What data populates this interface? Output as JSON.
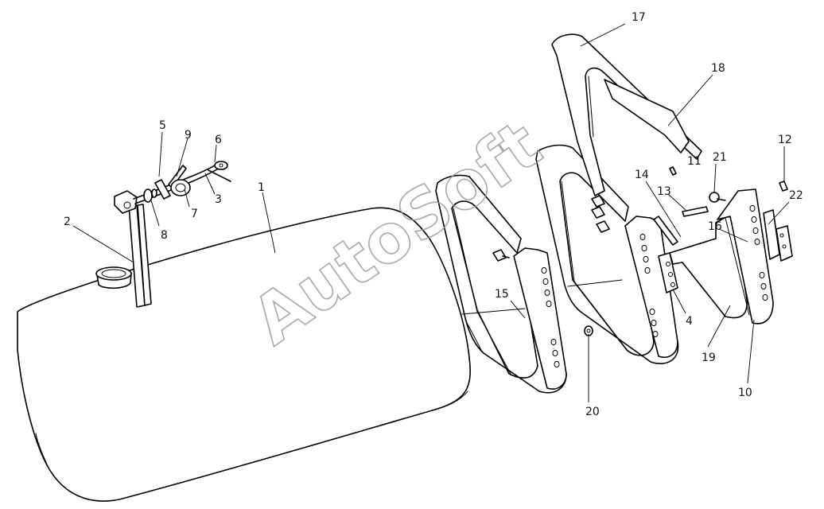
{
  "diagram": {
    "watermark": "AutoSoft",
    "callouts": {
      "c1": "1",
      "c2": "2",
      "c3": "3",
      "c4": "4",
      "c5": "5",
      "c6": "6",
      "c7": "7",
      "c8": "8",
      "c9": "9",
      "c10": "10",
      "c11": "11",
      "c12": "12",
      "c13": "13",
      "c14": "14",
      "c15": "15",
      "c16": "16",
      "c17": "17",
      "c18": "18",
      "c19": "19",
      "c20": "20",
      "c21": "21",
      "c22": "22"
    }
  }
}
